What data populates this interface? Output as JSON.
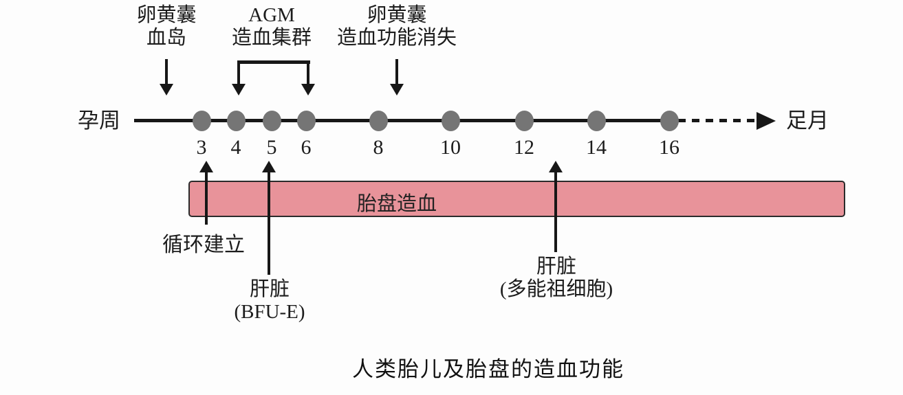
{
  "caption": "人类胎儿及胎盘的造血功能",
  "axis": {
    "label_left": "孕周",
    "label_right": "足月",
    "unit": "weeks",
    "ticks": [
      "3",
      "4",
      "5",
      "6",
      "8",
      "10",
      "12",
      "14",
      "16"
    ]
  },
  "annotations_top": {
    "yolk_sac_islands": {
      "line1": "卵黄囊",
      "line2": "血岛",
      "points_to_week": "2.5"
    },
    "agm_cluster": {
      "line1": "AGM",
      "line2": "造血集群",
      "span_weeks": "4-6"
    },
    "yolk_sac_loss": {
      "line1": "卵黄囊",
      "line2": "造血功能消失",
      "points_to_week": "8.5"
    }
  },
  "bar": {
    "label": "胎盘造血",
    "fill": "#e8939a",
    "border": "#2b2b2b"
  },
  "annotations_bottom": {
    "circulation": {
      "line1": "循环建立",
      "week": "3"
    },
    "liver_bfue": {
      "line1": "肝脏",
      "line2": "(BFU-E)",
      "week": "5"
    },
    "liver_mpp": {
      "line1": "肝脏",
      "line2": "(多能祖细胞)",
      "week": "13"
    }
  },
  "colors": {
    "dot": "#757575",
    "line": "#171717",
    "bar_fill": "#e8939a",
    "background": "#fdfdfd"
  }
}
